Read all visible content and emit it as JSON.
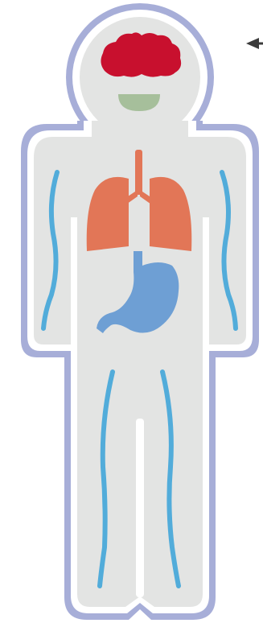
{
  "diagram": {
    "type": "human-body-organs",
    "organs": [
      {
        "name": "brain",
        "color": "#C8102E"
      },
      {
        "name": "mouth",
        "color": "#A6BF9B"
      },
      {
        "name": "lungs",
        "color": "#E27657"
      },
      {
        "name": "stomach",
        "color": "#6E9FD4"
      },
      {
        "name": "blood-vessels",
        "color": "#52ACDA"
      }
    ],
    "colors": {
      "body_fill": "#E3E4E3",
      "body_outline": "#A7AED8",
      "pointer_arrow": "#3B3B3B"
    }
  }
}
